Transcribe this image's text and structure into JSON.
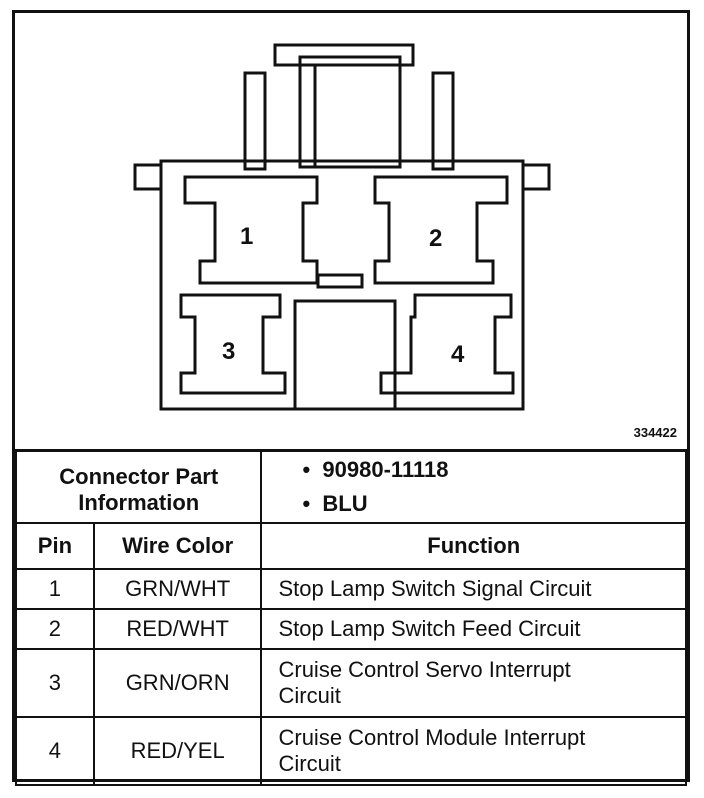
{
  "diagram": {
    "pins": [
      "1",
      "2",
      "3",
      "4"
    ],
    "reference_number": "334422"
  },
  "connector_info": {
    "label_line1": "Connector Part",
    "label_line2": "Information",
    "items": [
      "90980-11118",
      "BLU"
    ]
  },
  "table": {
    "headers": {
      "pin": "Pin",
      "wire_color": "Wire Color",
      "function": "Function"
    },
    "rows": [
      {
        "pin": "1",
        "wire_color": "GRN/WHT",
        "function_line1": "Stop Lamp Switch Signal Circuit",
        "function_line2": ""
      },
      {
        "pin": "2",
        "wire_color": "RED/WHT",
        "function_line1": "Stop Lamp Switch Feed Circuit",
        "function_line2": ""
      },
      {
        "pin": "3",
        "wire_color": "GRN/ORN",
        "function_line1": "Cruise Control Servo Interrupt",
        "function_line2": "Circuit"
      },
      {
        "pin": "4",
        "wire_color": "RED/YEL",
        "function_line1": "Cruise Control Module Interrupt",
        "function_line2": "Circuit"
      }
    ]
  }
}
